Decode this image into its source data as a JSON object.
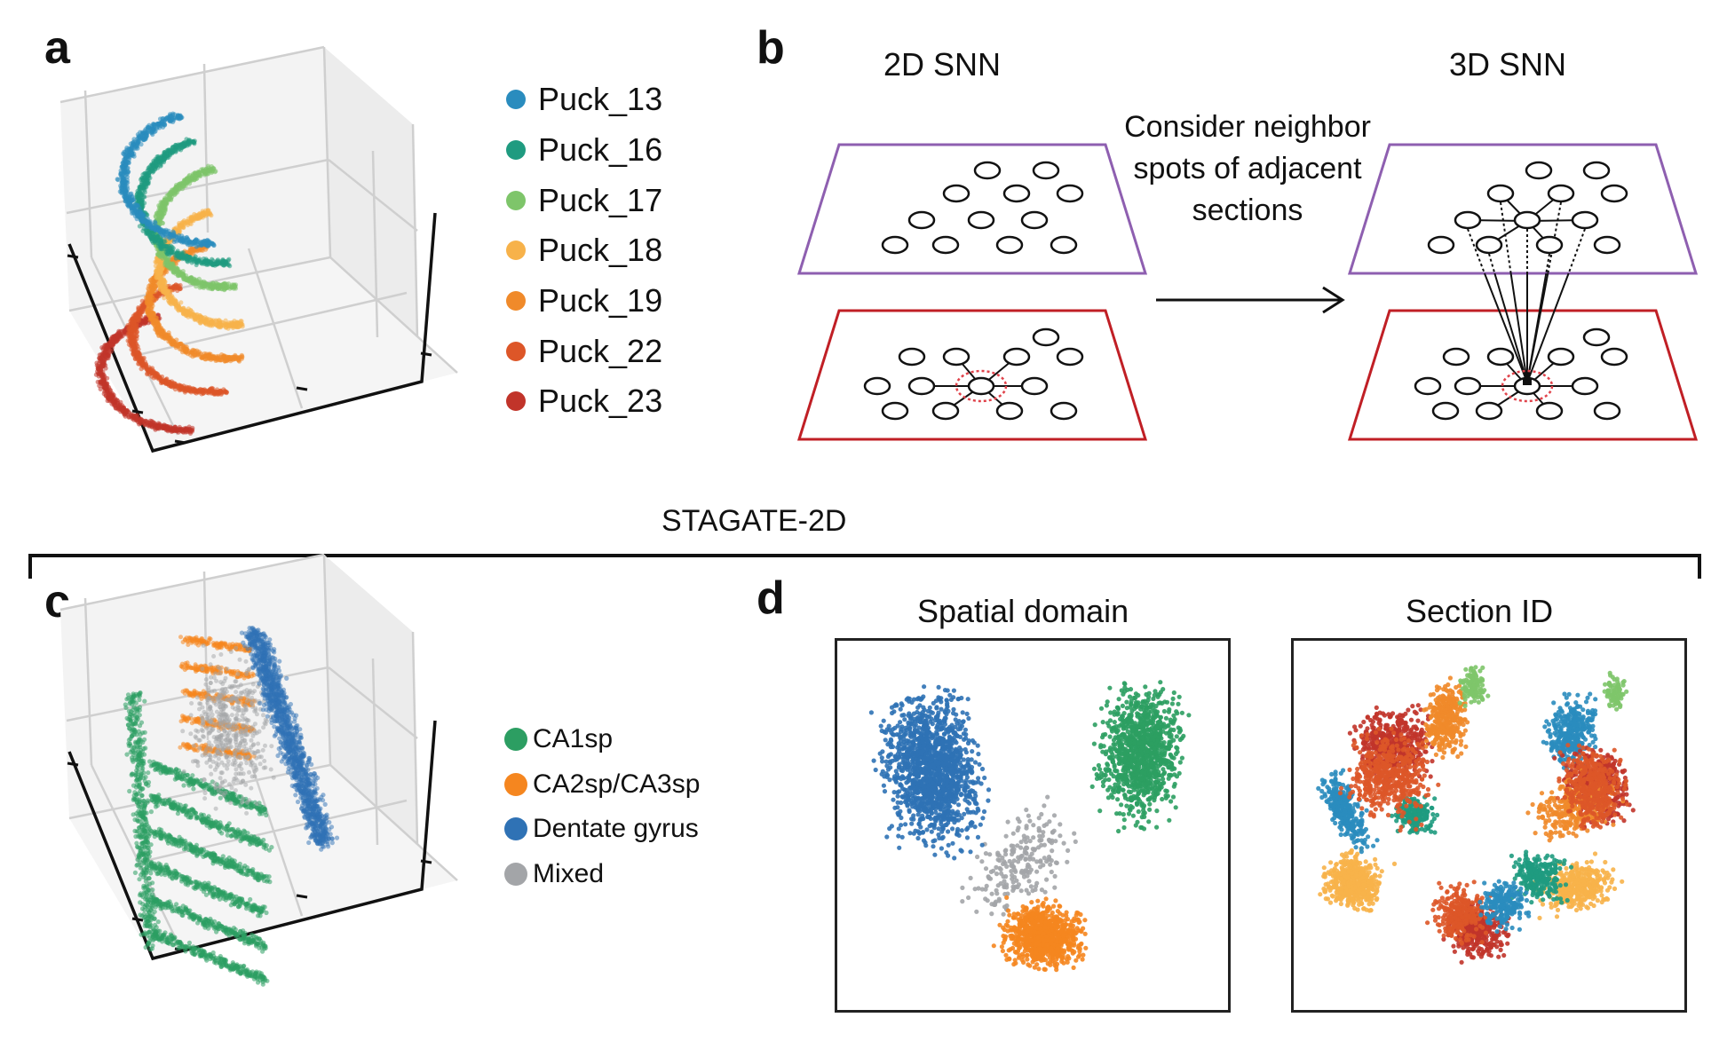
{
  "figure": {
    "panels": {
      "a": {
        "letter": "a",
        "description": "3D scatter of aligned sections colored by section",
        "legend": [
          {
            "label": "Puck_13",
            "color": "#2a8cbe"
          },
          {
            "label": "Puck_16",
            "color": "#1f9b80"
          },
          {
            "label": "Puck_17",
            "color": "#7ec56a"
          },
          {
            "label": "Puck_18",
            "color": "#f7b24a"
          },
          {
            "label": "Puck_19",
            "color": "#f08a2a"
          },
          {
            "label": "Puck_22",
            "color": "#dd5628"
          },
          {
            "label": "Puck_23",
            "color": "#c1342a"
          }
        ]
      },
      "b": {
        "letter": "b",
        "left_title": "2D SNN",
        "right_title": "3D SNN",
        "note_lines": [
          "Consider neighbor",
          "spots of adjacent",
          "sections"
        ],
        "upper_section_color": "#8e5fb0",
        "lower_section_color": "#c01f25",
        "center_marker_color": "#e0434b"
      },
      "bracket": {
        "label": "STAGATE-2D"
      },
      "c": {
        "letter": "c",
        "description": "3D scatter colored by spatial domain (STAGATE-2D)",
        "legend": [
          {
            "label": "CA1sp",
            "color": "#2c9e62"
          },
          {
            "label": "CA2sp/CA3sp",
            "color": "#f5861f"
          },
          {
            "label": "Dentate gyrus",
            "color": "#2f72b5"
          },
          {
            "label": "Mixed",
            "color": "#a3a5a8"
          }
        ]
      },
      "d": {
        "letter": "d",
        "plots": [
          {
            "title": "Spatial domain"
          },
          {
            "title": "Section ID"
          }
        ]
      }
    }
  },
  "chart_data": [
    {
      "type": "scatter",
      "title": "",
      "panel": "a",
      "projection": "3d",
      "grid": true,
      "legend_placement": "right",
      "series": [
        {
          "name": "Puck_13",
          "values": []
        },
        {
          "name": "Puck_16",
          "values": []
        },
        {
          "name": "Puck_17",
          "values": []
        },
        {
          "name": "Puck_18",
          "values": []
        },
        {
          "name": "Puck_19",
          "values": []
        },
        {
          "name": "Puck_22",
          "values": []
        },
        {
          "name": "Puck_23",
          "values": []
        }
      ],
      "xlabel": "",
      "ylabel": "",
      "zlabel": ""
    },
    {
      "type": "scatter",
      "title": "",
      "panel": "c",
      "projection": "3d",
      "grid": true,
      "legend_placement": "right",
      "series": [
        {
          "name": "CA1sp",
          "values": []
        },
        {
          "name": "CA2sp/CA3sp",
          "values": []
        },
        {
          "name": "Dentate gyrus",
          "values": []
        },
        {
          "name": "Mixed",
          "values": []
        }
      ],
      "xlabel": "",
      "ylabel": "",
      "zlabel": ""
    },
    {
      "type": "scatter",
      "title": "Spatial domain",
      "panel": "d",
      "grid": false,
      "clusters": [
        {
          "name": "Dentate gyrus",
          "region": "upper-left"
        },
        {
          "name": "CA1sp",
          "region": "upper-right"
        },
        {
          "name": "Mixed",
          "region": "center"
        },
        {
          "name": "CA2sp/CA3sp",
          "region": "bottom-center"
        }
      ],
      "xlabel": "",
      "ylabel": ""
    },
    {
      "type": "scatter",
      "title": "Section ID",
      "panel": "d",
      "grid": false,
      "series_names": [
        "Puck_13",
        "Puck_16",
        "Puck_17",
        "Puck_18",
        "Puck_19",
        "Puck_22",
        "Puck_23"
      ],
      "xlabel": "",
      "ylabel": ""
    }
  ]
}
